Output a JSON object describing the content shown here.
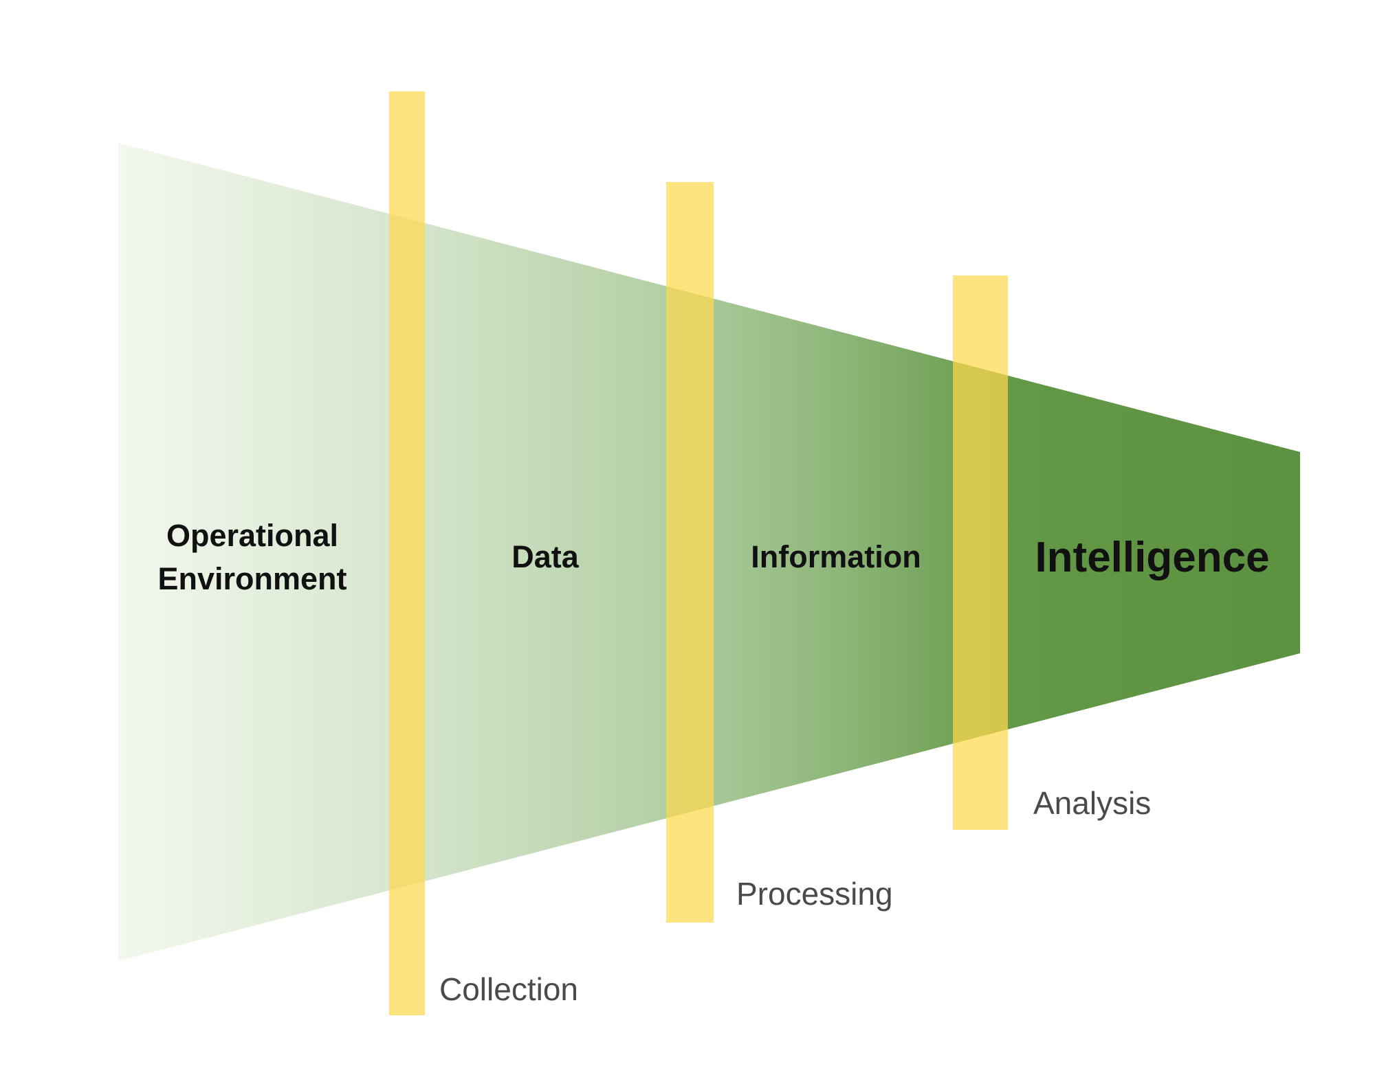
{
  "colors": {
    "funnel_start": "#f3f8ee",
    "funnel_mid": "#b7d3aa",
    "funnel_end": "#5b9140",
    "filter_bar": "#ffd84d",
    "stage_text": "#111111",
    "process_text": "#4a4a4a"
  },
  "stages": [
    {
      "label_line1": "Operational",
      "label_line2": "Environment"
    },
    {
      "label": "Data"
    },
    {
      "label": "Information"
    },
    {
      "label": "Intelligence"
    }
  ],
  "processes": [
    {
      "label": "Collection"
    },
    {
      "label": "Processing"
    },
    {
      "label": "Analysis"
    }
  ]
}
